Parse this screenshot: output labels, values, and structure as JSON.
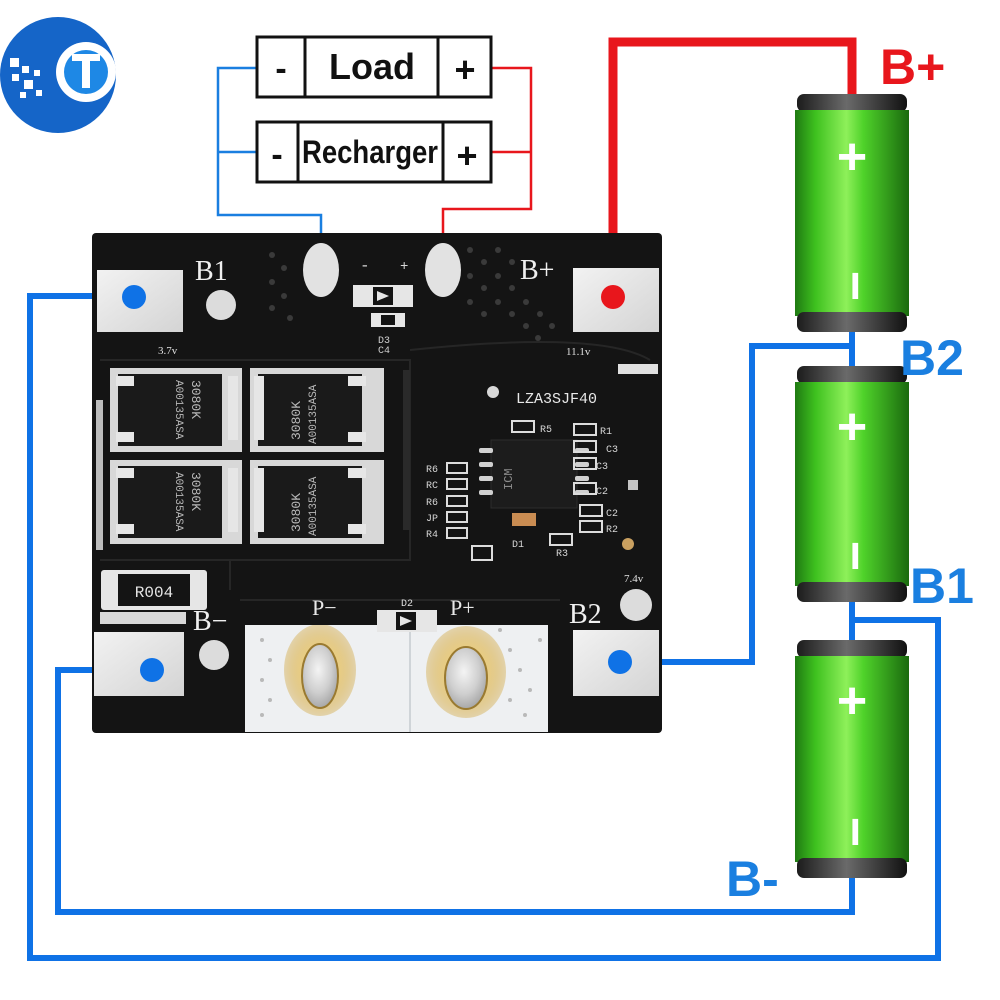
{
  "terminal_boxes": {
    "load": {
      "minus": "-",
      "label": "Load",
      "plus": "+"
    },
    "recharger": {
      "minus": "-",
      "label": "Recharger",
      "plus": "+"
    }
  },
  "external_labels": {
    "b_plus": "B+",
    "b2": "B2",
    "b1": "B1",
    "b_minus": "B-"
  },
  "pcb": {
    "pad_b1": "B1",
    "pad_b_plus": "B+",
    "pad_b_minus": "B−",
    "pad_b2": "B2",
    "volt_b1": "3.7v",
    "volt_b_plus": "11.1v",
    "volt_b2": "7.4v",
    "port_minus": "-",
    "port_plus": "+",
    "model": "LZA3SJF40",
    "p_minus": "P−",
    "p_plus": "P+",
    "resistor": "R004",
    "d2": "D2",
    "d3": "D3",
    "c4": "C4",
    "d1": "D1",
    "mosfet_code_1": "3080K",
    "mosfet_code_2": "A00135ASA",
    "ic": "ICM",
    "refs": [
      "R5",
      "R1",
      "C3",
      "C3",
      "C2",
      "C2",
      "R2",
      "R3",
      "R6",
      "RC",
      "R6",
      "JP",
      "R4"
    ]
  },
  "battery_symbols": {
    "plus": "+",
    "minus": "−"
  },
  "colors": {
    "wire_blue": "#0f72e6",
    "wire_red": "#e8161c",
    "label_blue": "#1a7fe0",
    "pcb": "#141414",
    "pad": "#e4e4e4",
    "battery_green": "#3cc21e"
  }
}
